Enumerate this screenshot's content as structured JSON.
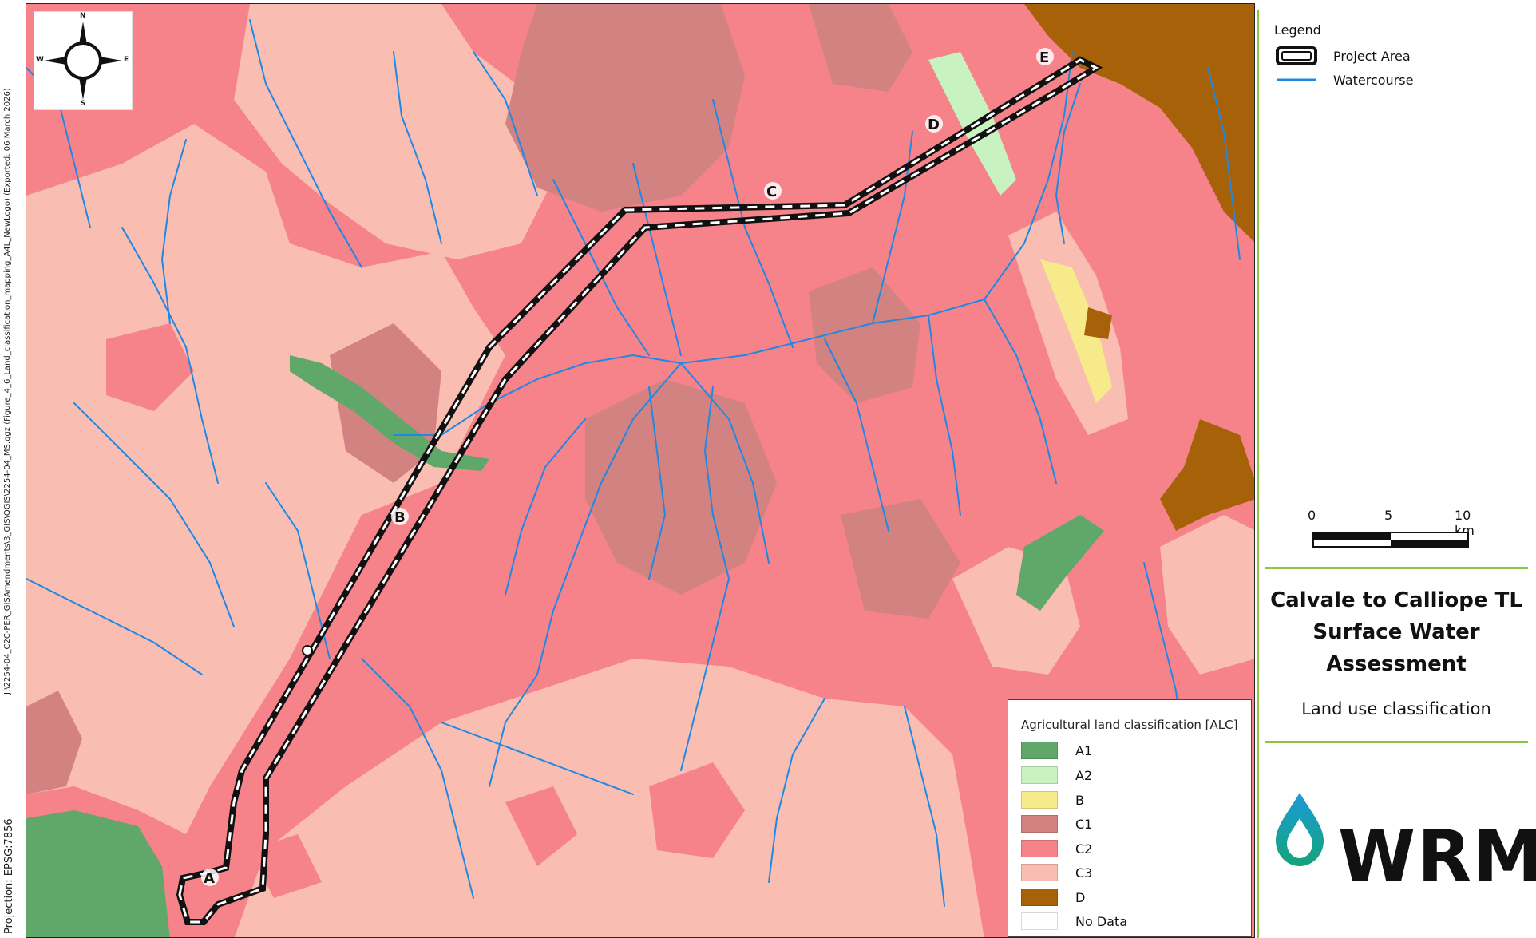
{
  "side_text": {
    "path": "J:\\2254-04_C2C-PER_GISAmendments\\3_GIS\\QGIS\\2254-04_MS.qgz (Figure_4_6_Land_classification_mapping_A4L_NewLogo) (Exported: 06 March 2026)",
    "projection": "Projection: EPSG:7856"
  },
  "compass": {
    "n": "N",
    "s": "S",
    "e": "E",
    "w": "W"
  },
  "route_labels": [
    "A",
    "B",
    "C",
    "D",
    "E"
  ],
  "legend": {
    "title": "Legend",
    "items": [
      {
        "label": "Project Area",
        "icon": "project-area-icon"
      },
      {
        "label": "Watercourse",
        "icon": "watercourse-line-icon",
        "color": "#1e88e5"
      }
    ]
  },
  "scale": {
    "labels": [
      "0",
      "5",
      "10 km"
    ]
  },
  "title_block": {
    "lines": [
      "Calvale to Calliope TL",
      "Surface Water",
      "Assessment"
    ],
    "subtitle": "Land use classification"
  },
  "logo": {
    "text": "WRM"
  },
  "alc": {
    "heading": "Agricultural land classification [ALC]",
    "classes": [
      {
        "label": "A1",
        "color": "#5fa86a"
      },
      {
        "label": "A2",
        "color": "#c8f2c0"
      },
      {
        "label": "B",
        "color": "#f7ea8a"
      },
      {
        "label": "C1",
        "color": "#d38282"
      },
      {
        "label": "C2",
        "color": "#f58389"
      },
      {
        "label": "C3",
        "color": "#f9bdb1"
      },
      {
        "label": "D",
        "color": "#a66109"
      },
      {
        "label": "No Data",
        "color": "#ffffff"
      }
    ]
  }
}
